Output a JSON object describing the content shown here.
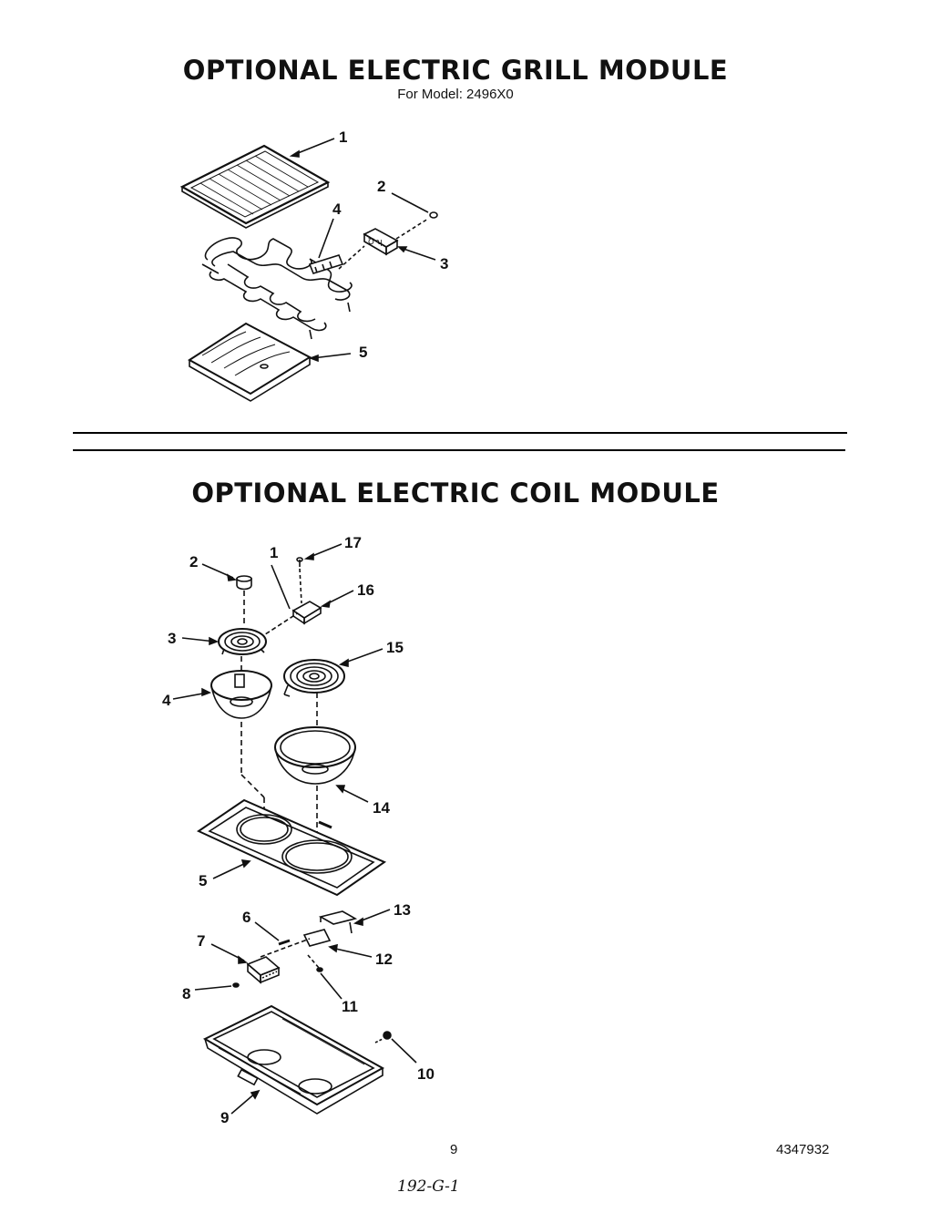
{
  "grill_section": {
    "title": "OPTIONAL ELECTRIC GRILL MODULE",
    "subtitle": "For Model: 2496X0",
    "parts": [
      {
        "label": "1",
        "icon": "grill-grate-icon"
      },
      {
        "label": "2",
        "icon": "screw-icon"
      },
      {
        "label": "3",
        "icon": "terminal-block-icon"
      },
      {
        "label": "4",
        "icon": "grill-element-icon"
      },
      {
        "label": "5",
        "icon": "grease-pan-icon"
      }
    ]
  },
  "coil_section": {
    "title": "OPTIONAL ELECTRIC COIL MODULE",
    "parts": [
      {
        "label": "1",
        "icon": "bracket-icon"
      },
      {
        "label": "2",
        "icon": "knob-cap-icon"
      },
      {
        "label": "3",
        "icon": "small-coil-element-icon"
      },
      {
        "label": "4",
        "icon": "small-drip-bowl-icon"
      },
      {
        "label": "5",
        "icon": "cooktop-frame-icon"
      },
      {
        "label": "6",
        "icon": "clip-icon"
      },
      {
        "label": "7",
        "icon": "receptacle-icon"
      },
      {
        "label": "8",
        "icon": "screw-icon"
      },
      {
        "label": "9",
        "icon": "module-housing-icon"
      },
      {
        "label": "10",
        "icon": "screw-icon"
      },
      {
        "label": "11",
        "icon": "screw-icon"
      },
      {
        "label": "12",
        "icon": "receptacle-plate-icon"
      },
      {
        "label": "13",
        "icon": "receptacle-bracket-icon"
      },
      {
        "label": "14",
        "icon": "large-drip-bowl-icon"
      },
      {
        "label": "15",
        "icon": "large-coil-element-icon"
      },
      {
        "label": "16",
        "icon": "receptacle-icon"
      },
      {
        "label": "17",
        "icon": "screw-icon"
      }
    ]
  },
  "footer": {
    "page_number": "9",
    "part_number": "4347932",
    "handwritten_note": "192-G-1"
  }
}
